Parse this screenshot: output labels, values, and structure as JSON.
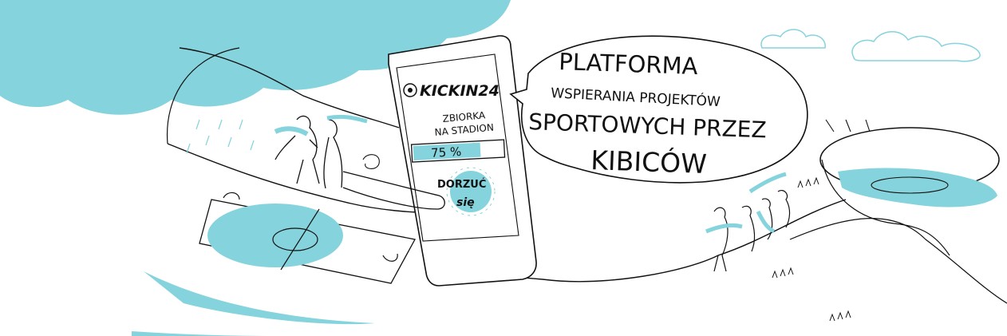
{
  "colors": {
    "accent": "#85d3dc",
    "ink": "#111111",
    "paper": "#ffffff"
  },
  "phone": {
    "logo_text": "KICKIN24",
    "logo_icon": "soccer-ball-icon",
    "headline_line1": "ZBIORKA",
    "headline_line2": "NA STADION",
    "progress_label": "75 %",
    "progress_value": 0.75,
    "cta_line1": "DORZUĆ",
    "cta_line2": "się"
  },
  "speech_bubble": {
    "line1": "PLATFORMA",
    "line2": "WSPIERANIA PROJEKTÓW",
    "line3": "SPORTOWYCH PRZEZ",
    "line4": "KIBICÓW"
  }
}
